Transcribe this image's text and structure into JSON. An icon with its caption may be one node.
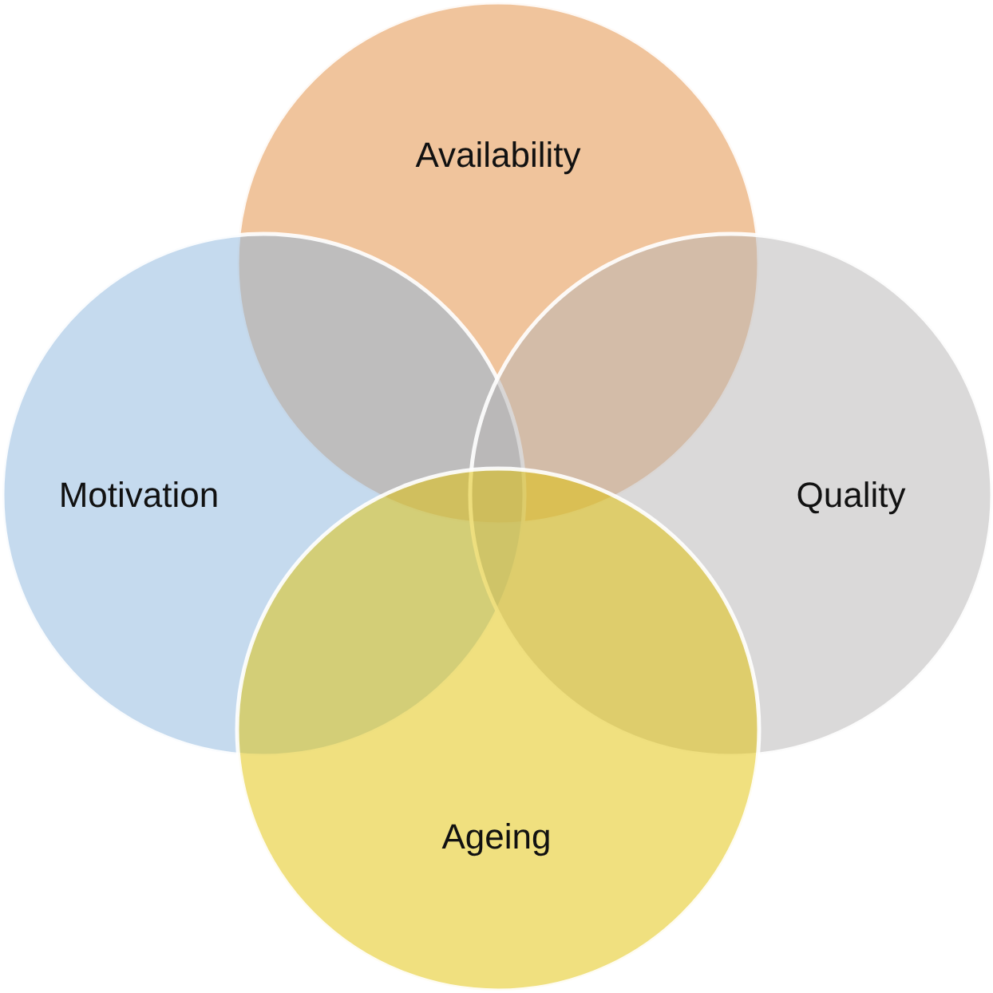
{
  "diagram": {
    "nodes": [
      {
        "text": [
          "Availability"
        ]
      },
      {
        "text": [
          "Motivation"
        ]
      },
      {
        "text": [
          "Quality"
        ]
      },
      {
        "text": [
          "Ageing"
        ]
      }
    ]
  }
}
